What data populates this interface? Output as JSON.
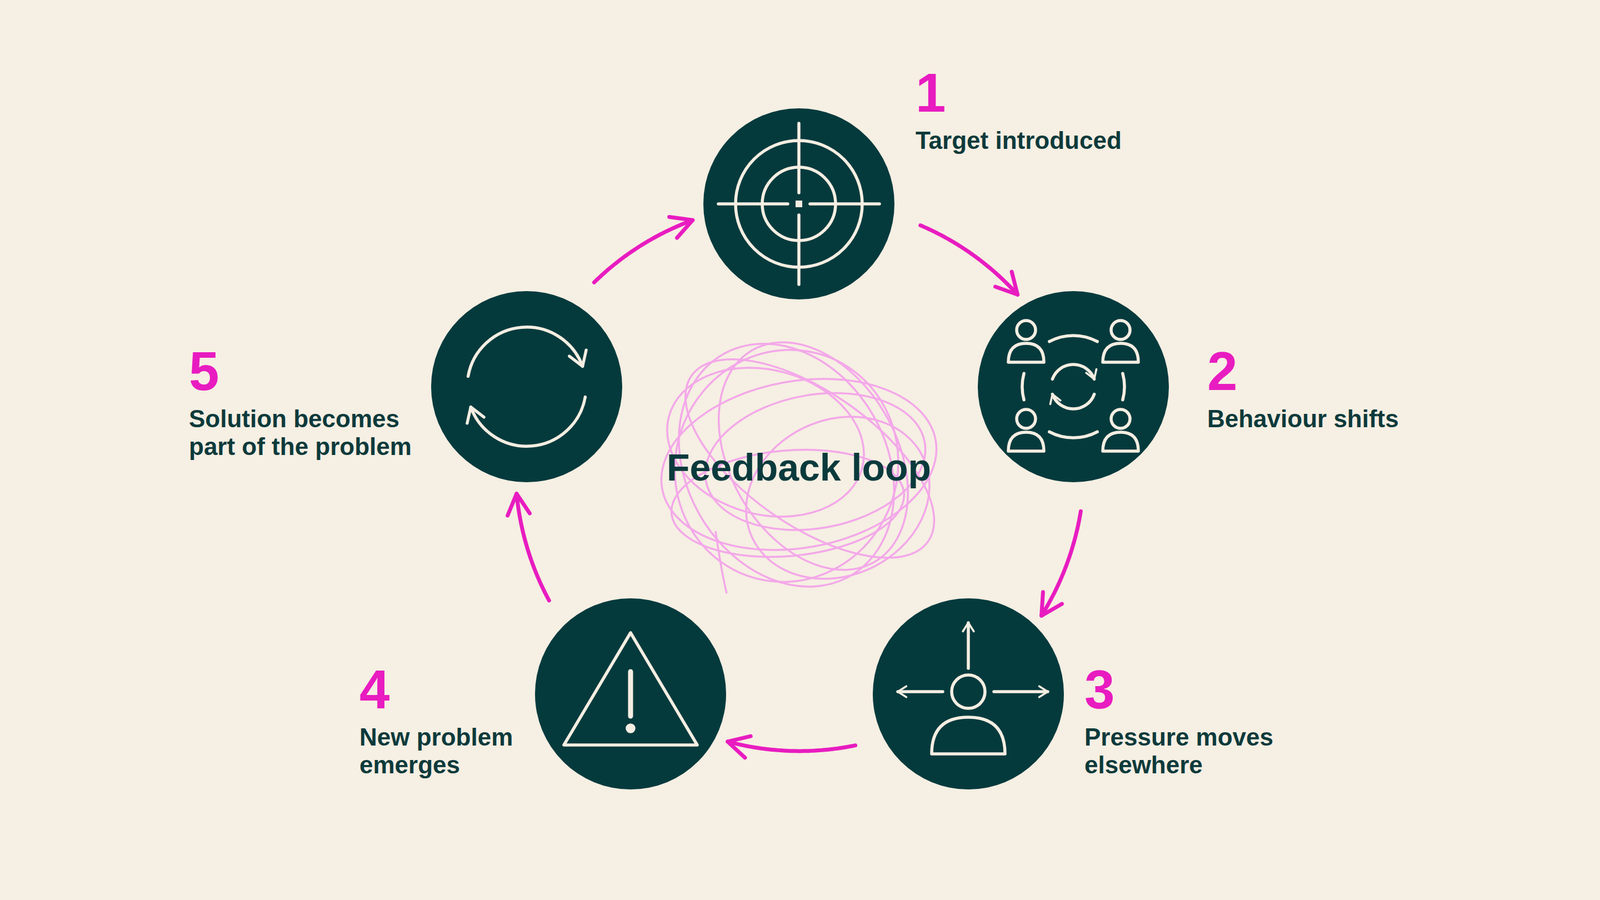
{
  "diagram": {
    "title": "Feedback loop",
    "nodes": [
      {
        "text": [
          "1",
          "Target introduced"
        ]
      },
      {
        "text": [
          "2",
          "Behaviour shifts"
        ]
      },
      {
        "text": [
          "3",
          "Pressure moves elsewhere"
        ]
      },
      {
        "text": [
          "4",
          "New problem emerges"
        ]
      },
      {
        "text": [
          "5",
          "Solution becomes part of the problem"
        ]
      }
    ],
    "edges": [
      {
        "from": 0,
        "to": 1,
        "arrow": "to"
      },
      {
        "from": 1,
        "to": 2,
        "arrow": "to"
      },
      {
        "from": 2,
        "to": 3,
        "arrow": "to"
      },
      {
        "from": 3,
        "to": 4,
        "arrow": "to"
      },
      {
        "from": 4,
        "to": 0,
        "arrow": "to"
      }
    ]
  }
}
